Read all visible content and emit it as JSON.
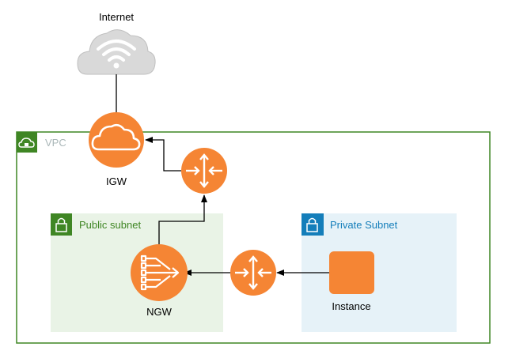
{
  "diagram": {
    "internet_label": "Internet",
    "vpc_label": "VPC",
    "igw_label": "IGW",
    "public_subnet_label": "Public subnet",
    "private_subnet_label": "Private Subnet",
    "ngw_label": "NGW",
    "instance_label": "Instance"
  },
  "colors": {
    "vpc_border": "#3f8624",
    "public_subnet_fill": "#e9f3e6",
    "private_subnet_fill": "#e6f2f8",
    "aws_orange": "#f58534",
    "cloud_gray": "#d9d9d9"
  },
  "icons": {
    "internet": "cloud-wifi-icon",
    "vpc": "vpc-cloud-lock-icon",
    "igw": "internet-gateway-icon",
    "router": "router-icon",
    "public_subnet": "lock-icon",
    "private_subnet": "lock-icon",
    "ngw": "nat-gateway-icon",
    "instance": "ec2-instance-icon"
  }
}
